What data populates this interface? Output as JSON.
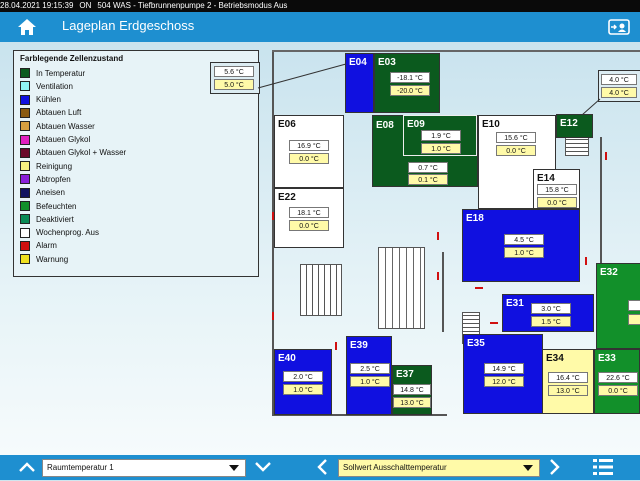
{
  "status": {
    "datetime": "28.04.2021 19:15:39",
    "state": "ON",
    "message": "504 WAS - Tiefbrunnenpumpe 2 - Betriebsmodus Aus"
  },
  "header": {
    "title": "Lageplan Erdgeschoss",
    "icons": [
      "home-icon",
      "user-switch-icon"
    ]
  },
  "legend": {
    "title": "Farblegende Zellenzustand",
    "items": [
      {
        "label": "In Temperatur",
        "color": "#0b5a1e"
      },
      {
        "label": "Ventilation",
        "color": "#8ff4f4"
      },
      {
        "label": "Kühlen",
        "color": "#1010e0"
      },
      {
        "label": "Abtauen Luft",
        "color": "#8a5a10"
      },
      {
        "label": "Abtauen Wasser",
        "color": "#d8a040"
      },
      {
        "label": "Abtauen Glykol",
        "color": "#e020c0"
      },
      {
        "label": "Abtauen Glykol + Wasser",
        "color": "#6a0a2a"
      },
      {
        "label": "Reinigung",
        "color": "#f8f080"
      },
      {
        "label": "Abtropfen",
        "color": "#8a20d8"
      },
      {
        "label": "Aneisen",
        "color": "#121460"
      },
      {
        "label": "Befeuchten",
        "color": "#12902a"
      },
      {
        "label": "Deaktiviert",
        "color": "#0a8a55"
      },
      {
        "label": "Wochenprog. Aus",
        "color": "#ffffff"
      },
      {
        "label": "Alarm",
        "color": "#d01010"
      },
      {
        "label": "Warnung",
        "color": "#f0e020"
      }
    ]
  },
  "rooms": [
    {
      "id": "E04",
      "name": "E04",
      "color": "#1010e0",
      "label_color": "#ffffff",
      "t1": "",
      "t2": ""
    },
    {
      "id": "E03",
      "name": "E03",
      "color": "#0b5a1e",
      "label_color": "#ffffff",
      "t1": "-18.1 °C",
      "t2": "-20.0 °C"
    },
    {
      "id": "E06",
      "name": "E06",
      "color": "#ffffff",
      "label_color": "#111111",
      "t1": "16.9 °C",
      "t2": "0.0 °C"
    },
    {
      "id": "E08",
      "name": "E08",
      "color": "#0b5a1e",
      "label_color": "#ffffff",
      "t1": "0.7 °C",
      "t2": "0.1 °C"
    },
    {
      "id": "E09",
      "name": "E09",
      "color": "#0b5a1e",
      "label_color": "#ffffff",
      "t1": "1.9 °C",
      "t2": "1.0 °C"
    },
    {
      "id": "E10",
      "name": "E10",
      "color": "#ffffff",
      "label_color": "#111111",
      "t1": "15.6 °C",
      "t2": "0.0 °C"
    },
    {
      "id": "E12",
      "name": "E12",
      "color": "#0b5a1e",
      "label_color": "#ffffff",
      "t1": "",
      "t2": ""
    },
    {
      "id": "E14",
      "name": "E14",
      "color": "#ffffff",
      "label_color": "#111111",
      "t1": "15.8 °C",
      "t2": "0.0 °C"
    },
    {
      "id": "E22",
      "name": "E22",
      "color": "#ffffff",
      "label_color": "#111111",
      "t1": "18.1 °C",
      "t2": "0.0 °C"
    },
    {
      "id": "E18",
      "name": "E18",
      "color": "#1010e0",
      "label_color": "#ffffff",
      "t1": "4.5 °C",
      "t2": "1.0 °C"
    },
    {
      "id": "E32",
      "name": "E32",
      "color": "#12902a",
      "label_color": "#ffffff",
      "t1": "",
      "t2": ""
    },
    {
      "id": "E31",
      "name": "E31",
      "color": "#1010e0",
      "label_color": "#ffffff",
      "t1": "3.0 °C",
      "t2": "1.5 °C"
    },
    {
      "id": "E40",
      "name": "E40",
      "color": "#1010e0",
      "label_color": "#ffffff",
      "t1": "2.0 °C",
      "t2": "1.0 °C"
    },
    {
      "id": "E39",
      "name": "E39",
      "color": "#1010e0",
      "label_color": "#ffffff",
      "t1": "2.5 °C",
      "t2": "1.0 °C"
    },
    {
      "id": "E37",
      "name": "E37",
      "color": "#0b5a1e",
      "label_color": "#ffffff",
      "t1": "14.8 °C",
      "t2": "13.0 °C"
    },
    {
      "id": "E35",
      "name": "E35",
      "color": "#1010e0",
      "label_color": "#ffffff",
      "t1": "14.9 °C",
      "t2": "12.0 °C"
    },
    {
      "id": "E34",
      "name": "E34",
      "color": "#fffaa8",
      "label_color": "#111111",
      "t1": "16.4 °C",
      "t2": "13.0 °C"
    },
    {
      "id": "E33",
      "name": "E33",
      "color": "#12902a",
      "label_color": "#ffffff",
      "t1": "22.6 °C",
      "t2": "0.0 °C"
    }
  ],
  "callouts": [
    {
      "id": "left",
      "t1": "5.6 °C",
      "t2": "5.0 °C"
    },
    {
      "id": "right",
      "t1": "4.0 °C",
      "t2": "4.0 °C"
    }
  ],
  "bottom": {
    "select1": "Raumtemperatur 1",
    "select2": "Sollwert Ausschalttemperatur",
    "icons": [
      "chevron-up-icon",
      "chevron-down-icon",
      "chevron-left-icon",
      "chevron-right-icon",
      "menu-icon"
    ]
  }
}
